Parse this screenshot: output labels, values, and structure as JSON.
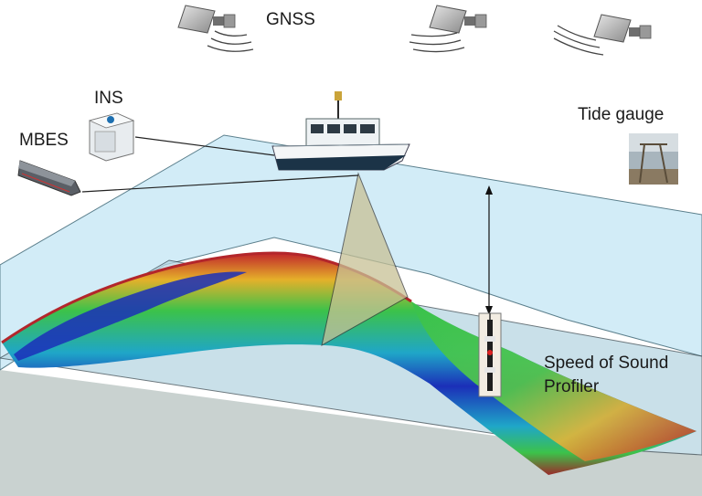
{
  "labels": {
    "gnss": "GNSS",
    "ins": "INS",
    "mbes": "MBES",
    "tide_gauge": "Tide gauge",
    "sound_profiler_line1": "Speed of Sound",
    "sound_profiler_line2": "Profiler"
  },
  "colors": {
    "water_surface": "#cfe9f5",
    "seabed_plane": "#c9d2d0",
    "depth_shallow": "#c0262b",
    "depth_mid": "#3cc24a",
    "depth_deep": "#1b2fb8"
  },
  "icons": [
    "satellite-icon",
    "boat-icon",
    "ins-unit-icon",
    "mbes-transducer-icon",
    "tide-gauge-photo",
    "sound-profiler-icon"
  ]
}
